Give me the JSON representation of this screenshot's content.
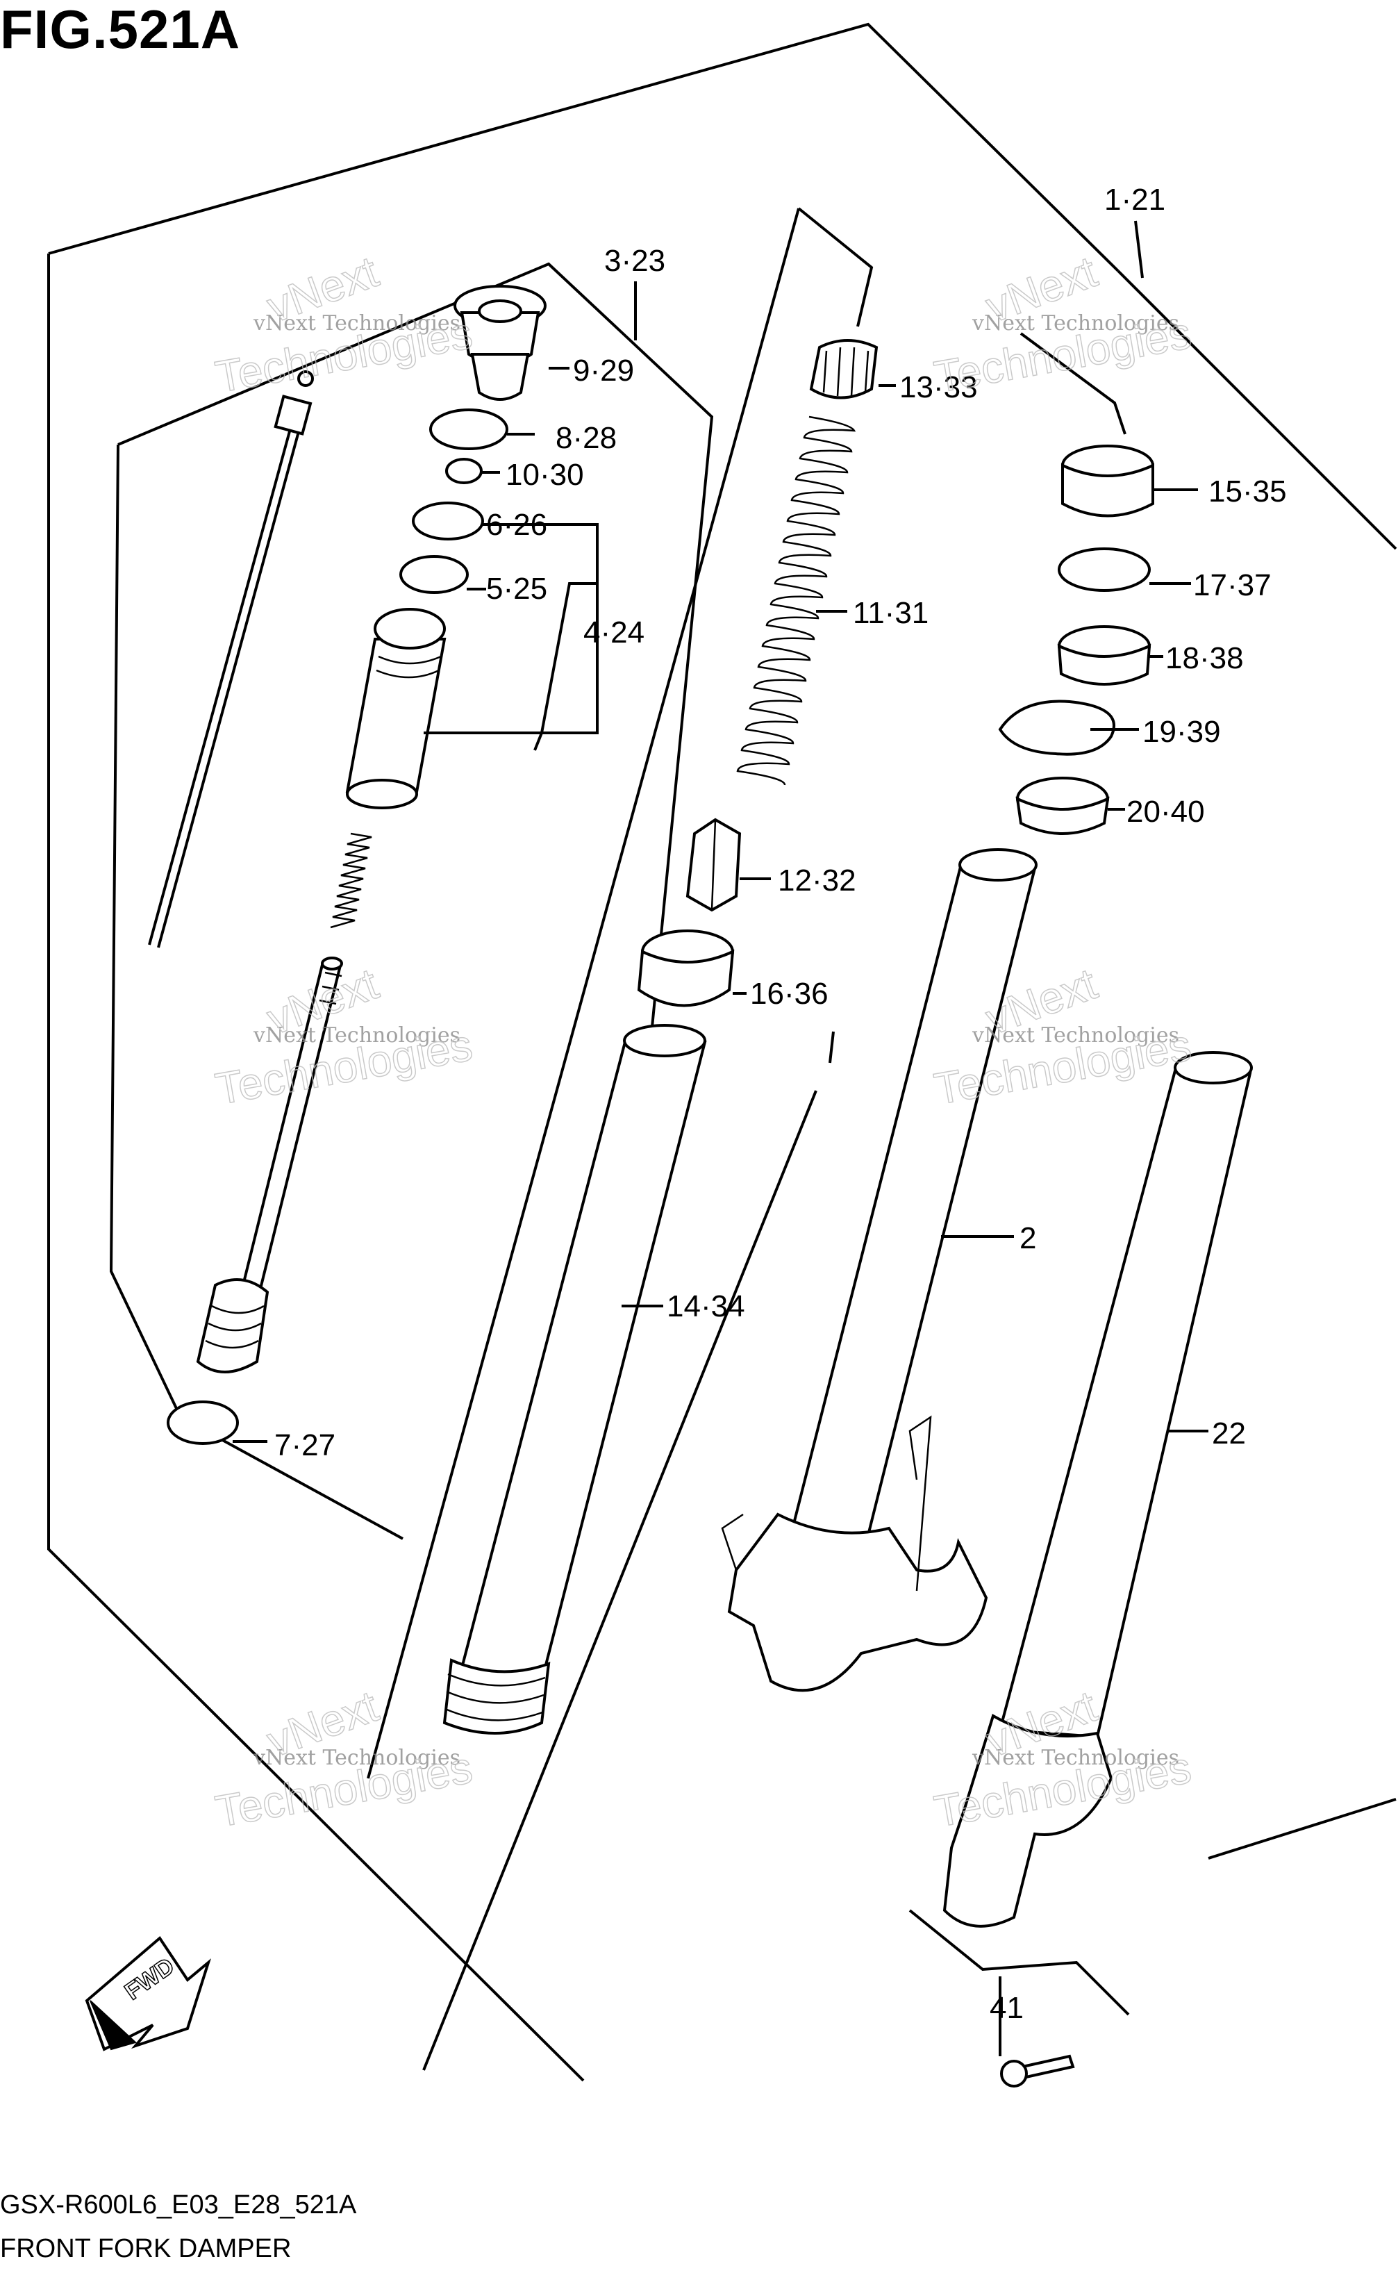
{
  "figure": {
    "title": "FIG.521A",
    "model_code": "GSX-R600L6_E03_E28_521A",
    "description": "FRONT FORK DAMPER"
  },
  "callouts": {
    "c1": "1·21",
    "c2": "2",
    "c3": "3·23",
    "c4": "4·24",
    "c5": "5·25",
    "c6": "6·26",
    "c7": "7·27",
    "c8": "8·28",
    "c9": "9·29",
    "c10": "10·30",
    "c11": "11·31",
    "c12": "12·32",
    "c13": "13·33",
    "c14": "14·34",
    "c15": "15·35",
    "c16": "16·36",
    "c17": "17·37",
    "c18": "18·38",
    "c19": "19·39",
    "c20": "20·40",
    "c22": "22",
    "c41": "41"
  },
  "fwd_label": "FWD",
  "watermark": {
    "line1": "vNext Technologies",
    "line2": "vNext",
    "line3": "Technologies"
  },
  "colors": {
    "line": "#000000",
    "background": "#ffffff",
    "watermark": "#9a9a9a"
  }
}
